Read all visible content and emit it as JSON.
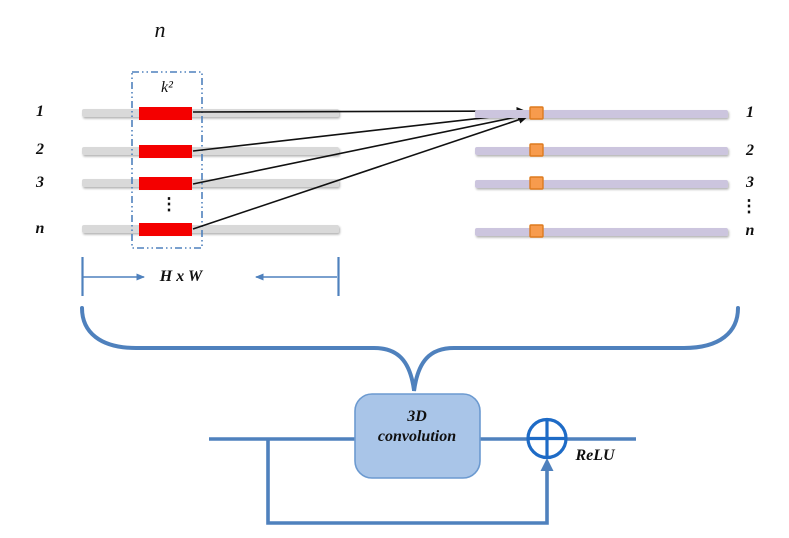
{
  "labels": {
    "top_n": "n",
    "kernel": "k²",
    "left_rows": [
      "1",
      "2",
      "3",
      "n"
    ],
    "right_rows": [
      "1",
      "2",
      "3",
      "n"
    ],
    "ellipsis": "⋮",
    "dim_label": "H x W",
    "conv_line1": "3D",
    "conv_line2": "convolution",
    "relu": "ReLU"
  },
  "colors": {
    "accent_blue": "#4F81BD",
    "bright_blue": "#1E6BC6",
    "red": "#F40000",
    "gray_bar": "#D9D9D9",
    "purple_bar": "#CCC5DE",
    "orange_fill": "#F79B4D",
    "orange_border": "#DD7B1E",
    "box_fill": "#A9C5E8",
    "box_border": "#6C9AD0"
  }
}
